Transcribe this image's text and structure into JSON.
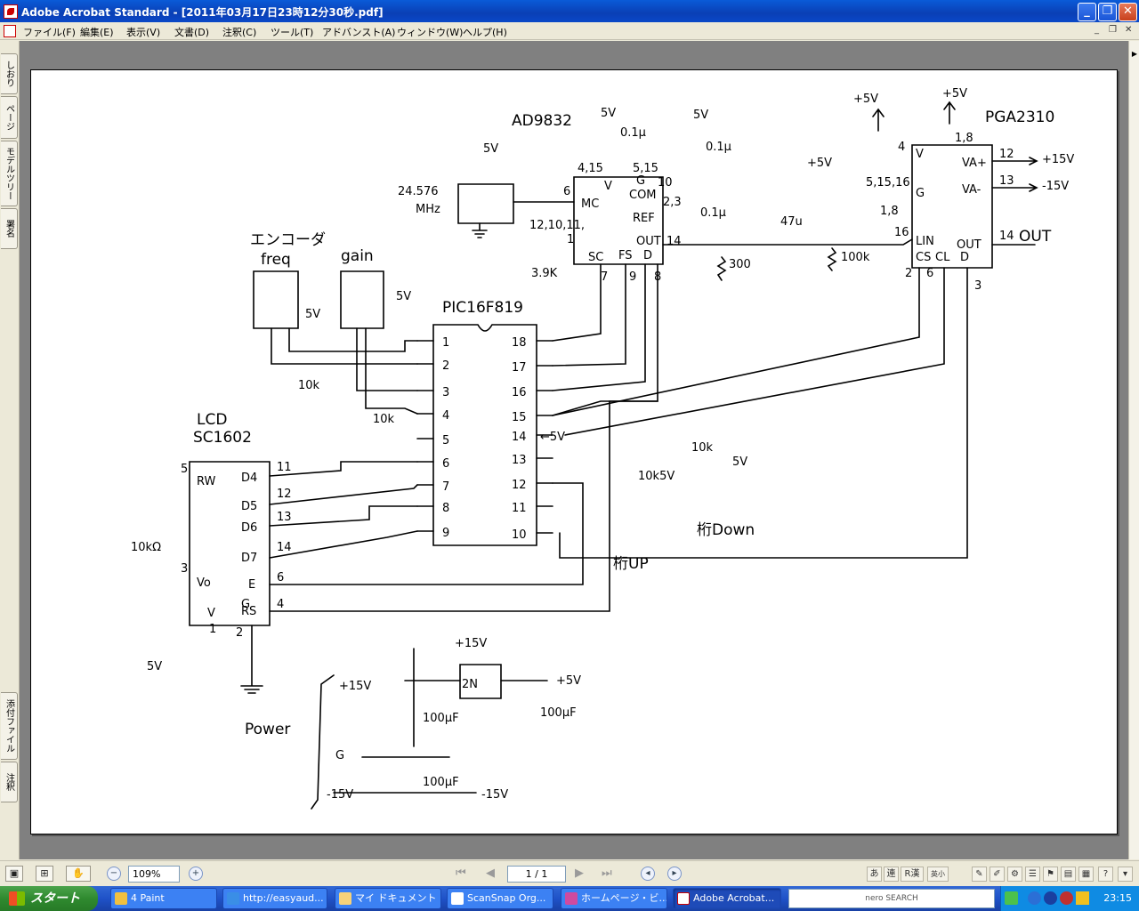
{
  "window": {
    "title": "Adobe Acrobat Standard - [2011年03月17日23時12分30秒.pdf]",
    "minimize_glyph": "_",
    "restore_glyph": "❐",
    "close_glyph": "✕"
  },
  "menu": {
    "items": [
      "ファイル(F)",
      "編集(E)",
      "表示(V)",
      "文書(D)",
      "注釈(C)",
      "ツール(T)",
      "アドバンスト(A)",
      "ウィンドウ(W)",
      "ヘルプ(H)"
    ],
    "mdi": [
      "_",
      "❐",
      "✕"
    ]
  },
  "nav_tabs": {
    "top": [
      "しおり",
      "ページ",
      "モデルツリー",
      "署名"
    ],
    "bottom": [
      "添付ファイル",
      "注釈"
    ]
  },
  "schematic": {
    "chips": {
      "pic": "PIC16F819",
      "ad": "AD9832",
      "pga": "PGA2310",
      "lcd_title": "LCD",
      "lcd_model": "SC1602",
      "osc_freq": "24.576",
      "osc_unit": "MHz",
      "reg": "2N"
    },
    "pic_left_pins": [
      "1",
      "2",
      "3",
      "4",
      "5",
      "6",
      "7",
      "8",
      "9"
    ],
    "pic_right_pins": [
      "18",
      "17",
      "16",
      "15",
      "14",
      "13",
      "12",
      "11",
      "10"
    ],
    "lcd_pins": [
      "D4",
      "D5",
      "D6",
      "D7",
      "E",
      "RS",
      "RW",
      "Vo",
      "V",
      "G"
    ],
    "lcd_pin_numbers": [
      "11",
      "12",
      "13",
      "14",
      "6",
      "4",
      "5",
      "3",
      "1",
      "2"
    ],
    "ad_pins": [
      "V",
      "G",
      "COM",
      "MC",
      "REF",
      "OUT",
      "SC",
      "FS",
      "D"
    ],
    "ad_numbers": [
      "4,15",
      "5,15",
      "10",
      "6",
      "2,3",
      "12,10,11,",
      "1",
      "14",
      "7",
      "9",
      "8"
    ],
    "pga_pins": [
      "V",
      "G",
      "VA+",
      "VA-",
      "LIN",
      "OUT",
      "CS",
      "CL",
      "D"
    ],
    "pga_numbers": [
      "4",
      "1,8",
      "5,15,16",
      "1,8",
      "12",
      "13",
      "16",
      "14",
      "2",
      "6",
      "3"
    ],
    "labels": {
      "encoder": "エンコーダ",
      "freq": "freq",
      "gain": "gain",
      "up": "桁UP",
      "down": "桁Down",
      "power": "Power",
      "out": "OUT"
    },
    "values": {
      "v5": "5V",
      "p5": "+5V",
      "p15": "+15V",
      "m15": "-15V",
      "c01": "0.1μ",
      "c47": "47u",
      "r100k": "100k",
      "r300": "300",
      "r39k": "3.9K",
      "r10k": "10k",
      "r10k_pot": "10kΩ",
      "r10k_5v": "10k5V",
      "c100": "100μF",
      "g": "G",
      "v5_arrow": "←5V"
    }
  },
  "statusbar": {
    "zoom": "109%",
    "page": "1 / 1",
    "ime": [
      "あ",
      "連",
      "R漢",
      "英小"
    ]
  },
  "taskbar": {
    "start": "スタート",
    "tasks": [
      "4 Paint",
      "http://easyaud...",
      "マイ ドキュメント",
      "ScanSnap Org...",
      "ホームページ・ビ...",
      "Adobe Acrobat..."
    ],
    "search_brand": "nero SEARCH",
    "clock": "23:15"
  }
}
